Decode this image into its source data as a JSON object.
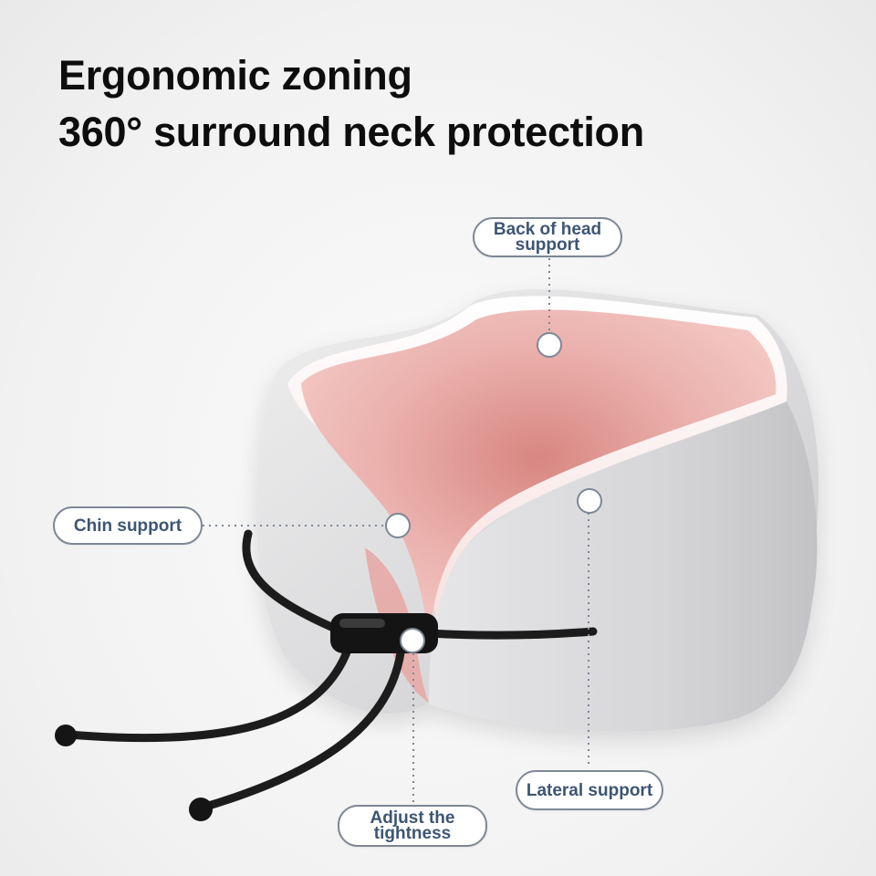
{
  "headline": {
    "line1": "Ergonomic zoning",
    "line2": "360° surround neck protection"
  },
  "callouts": {
    "back_of_head": {
      "line1": "Back of head",
      "line2": "support"
    },
    "chin": {
      "label": "Chin support"
    },
    "lateral": {
      "label": "Lateral support"
    },
    "adjust": {
      "line1": "Adjust the",
      "line2": "tightness"
    }
  },
  "colors": {
    "pillow_outer": "#d9d9db",
    "pillow_inner": "#e9a9a6",
    "cord": "#1c1c1c",
    "callout_border": "#7d8795",
    "callout_text": "#3d5673"
  }
}
